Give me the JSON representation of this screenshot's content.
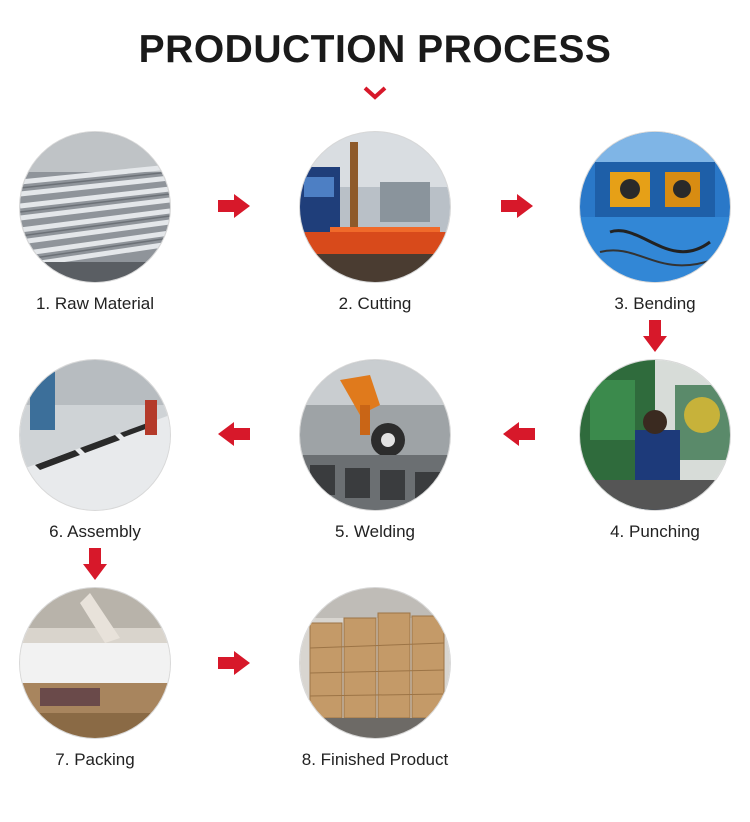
{
  "title": "PRODUCTION PROCESS",
  "accent_color": "#d7182a",
  "steps": [
    {
      "label": "1. Raw Material",
      "photo": "stacked steel tubes"
    },
    {
      "label": "2. Cutting",
      "photo": "cutting machine"
    },
    {
      "label": "3. Bending",
      "photo": "bending machine"
    },
    {
      "label": "4. Punching",
      "photo": "punch press with worker"
    },
    {
      "label": "5. Welding",
      "photo": "welding robot"
    },
    {
      "label": "6. Assembly",
      "photo": "assembly line"
    },
    {
      "label": "7. Packing",
      "photo": "packing frames in boxes"
    },
    {
      "label": "8. Finished Product",
      "photo": "stacked cartons"
    }
  ]
}
